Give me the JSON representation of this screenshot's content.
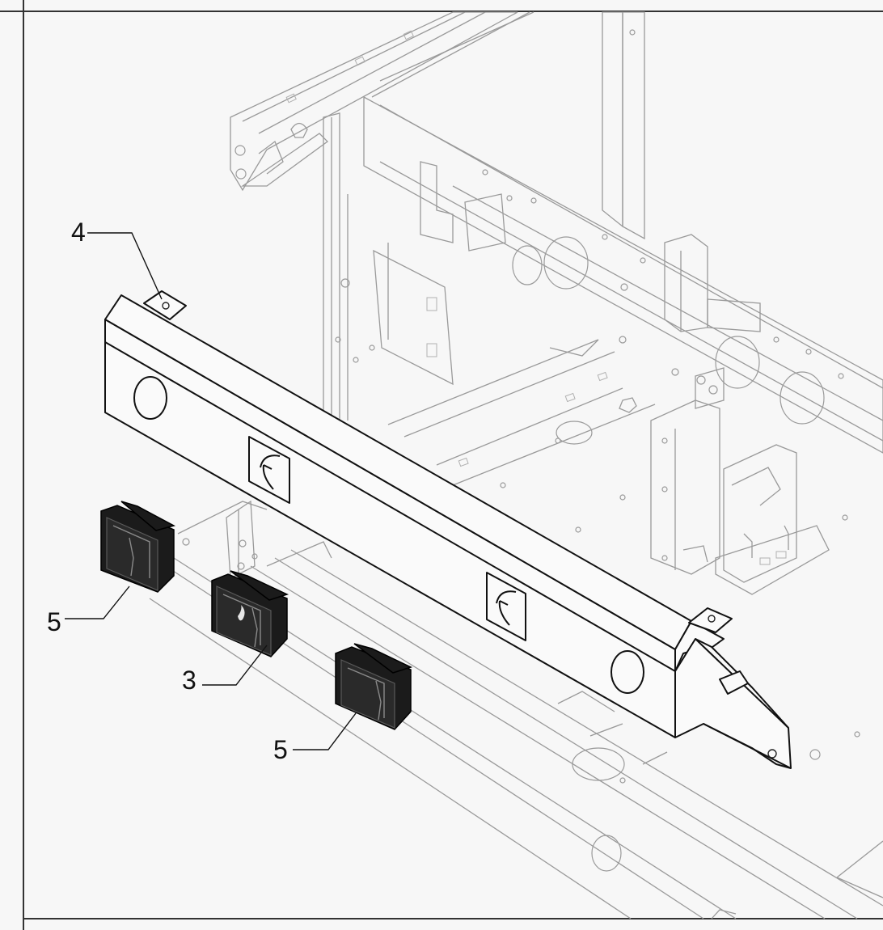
{
  "callouts": {
    "part_4": "4",
    "part_5_top": "5",
    "part_3": "3",
    "part_5_bottom": "5"
  }
}
